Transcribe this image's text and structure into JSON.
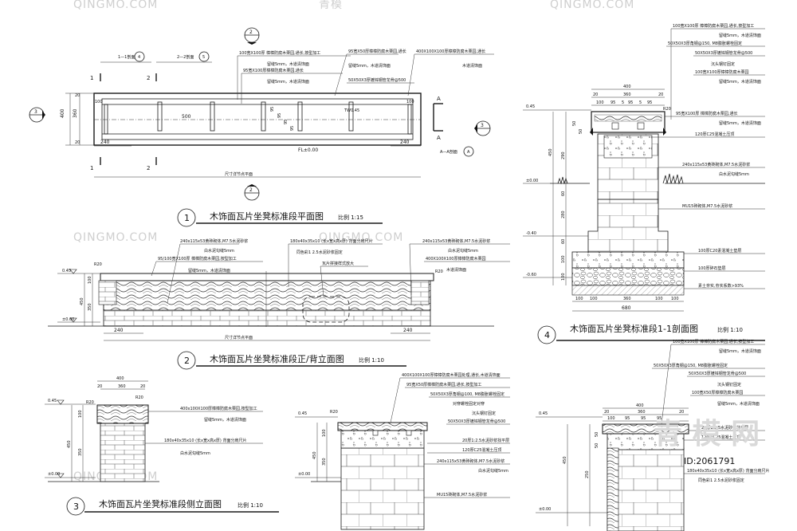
{
  "watermarks": [
    "QINGMO.COM",
    "青模",
    "QINGMO.COM",
    "QINGMO.COM",
    "QINGMO.COM",
    "QINGMO.COM"
  ],
  "big_watermark": "青 模 网",
  "serial": "ID:2061791",
  "drawing1": {
    "num": "1",
    "title": "木饰面瓦片坐凳标准段平面图",
    "scale": "比例  1:15",
    "sect_ref1": "1—1剖面",
    "sect_ref1_n": "4",
    "sect_ref2": "2—2剖面",
    "sect_ref2_n": "5",
    "mark_2_top": "2",
    "mark_3_left": "3",
    "mark_3_right": "3",
    "mark_2_bottom": "2",
    "sec_letter": "A",
    "sec_letter2": "A",
    "sec_aa": "A—A剖面",
    "fl": "FL±0.00",
    "tw": "TW0.45",
    "dims": [
      "100",
      "360",
      "400",
      "20",
      "20",
      "500",
      "240",
      "240",
      "100",
      "95",
      "95",
      "95",
      "95"
    ],
    "center_note": "尺寸详节点平面",
    "notes": [
      "100宽X100厚 樟樟防腐木栗园,通长,按型加工",
      "95宽X100厚樟樟防腐木栗园,通长",
      "留缝5mm，木道清饰面",
      "留缝5mm，木道清饰面",
      "95宽X50厚樟樟防腐木栗园,通长",
      "留缝5mm，木道清饰面",
      "50X50X3厚镀锌钢管龙骨@500",
      "400X100X100厚樟樟防腐木栗园,通长",
      "木道清饰面"
    ]
  },
  "drawing2": {
    "num": "2",
    "title": "木饰面瓦片坐凳标准段正/背立面图",
    "scale": "比例  1:10",
    "levels": [
      "0.45",
      "±0.00"
    ],
    "dims": [
      "100",
      "450",
      "350",
      "240",
      "240",
      "R20",
      "R20"
    ],
    "center_note": "尺寸详节点平面",
    "notes": [
      "240x115x53黄砖砌体,M7.5水泥砂浆",
      "白水泥勾缝5mm",
      "95/100宽X100厚 樟樟防腐木栗园,按型加工",
      "留缝5mm，木道清饰面",
      "180x40x35x10 (长x宽x高x厚) 背面分肩尺片",
      "同色彩1  2.5水泥砂浆固定",
      "瓦片拼接样式放大",
      "240x115x53黄砖砌体,M7.5水泥砂浆",
      "白水泥勾缝5mm",
      "400X100X100厚樟樟防腐木栗园",
      "木道清饰面"
    ]
  },
  "drawing3": {
    "num": "3",
    "title": "木饰面瓦片坐凳标准段侧立面图",
    "scale": "比例  1:10",
    "levels": [
      "0.45",
      "±0.00"
    ],
    "dims": [
      "400",
      "20",
      "360",
      "20",
      "R20",
      "R20",
      "100",
      "450",
      "350"
    ],
    "notes": [
      "400x100X100厚樟樟防腐木栗园,按型加工",
      "留缝5mm，木道清饰面",
      "180x40x35x10 (长x宽x高x厚) 背面分肩尺片",
      "白水泥勾缝5mm"
    ]
  },
  "drawing4": {
    "num": "4",
    "title": "木饰面瓦片坐凳标准段1-1剖面图",
    "scale": "比例  1:10",
    "levels": [
      "0.45",
      "±0.00",
      "-0.40",
      "-0.60"
    ],
    "top_dims": [
      "400",
      "20",
      "360",
      "20",
      "100",
      "95",
      "5",
      "95",
      "5",
      "95",
      "R20"
    ],
    "side_dims": [
      "50",
      "50",
      "450",
      "290",
      "60",
      "280",
      "60",
      "100",
      "100"
    ],
    "bottom_dims": [
      "100",
      "100",
      "360",
      "100",
      "100",
      "680"
    ],
    "notes": [
      "100宽X100厚 樟樟防腐木栗园,通长,按型加工",
      "留缝5mm，木道清饰面",
      "50X50X3厚角钢@150, M8膨胀螺栓固定",
      "50X50X3厚镀锌钢管龙骨@500",
      "沉头钢钉固定",
      "100宽X100厚樟樟防腐木栗园",
      "留缝5mm，木道清饰面",
      "95宽X100厚 樟樟防腐木栗园,通长",
      "留缝5mm，木道清饰面",
      "120厚C25混凝土压顶",
      "240x115x53黄砖砌体,M7.5水泥砂浆",
      "白水泥勾缝5mm",
      "MU15砖砌体,M7.5水泥砂浆",
      "100厚C20素混凝土垫层",
      "100厚碎石垫层",
      "素土夯实,夯实系数>93%"
    ]
  },
  "drawing5": {
    "levels": [
      "0.45",
      "±0.00"
    ],
    "dims": [
      "R20",
      "100",
      "450",
      "350"
    ],
    "notes": [
      "400X100X100厚樟樟防腐木栗园处理,通长,木道清饰面",
      "95宽X50厚樟樟防腐木栗园,通长,按型加工",
      "50X50X3厚角钢@100, M8膨胀螺栓固定",
      "对穿螺栓固定对穿",
      "沉头钢钉固定",
      "50X50X3厚镀锌钢管龙骨@500",
      "20厚1:2.5水泥砂浆找平层",
      "120厚C25混凝土压顶",
      "240x115x53黄砖砌体,M7.5水泥砂浆",
      "白水泥勾缝5mm",
      "MU15砖砌体,M7.5水泥砂浆"
    ]
  },
  "drawing6": {
    "levels": [
      "0.45",
      "±0.00"
    ],
    "dims": [
      "400",
      "20",
      "360",
      "20",
      "100",
      "95",
      "95",
      "95",
      "50",
      "50",
      "450",
      "250"
    ],
    "notes": [
      "100宽X100厚 樟樟防腐木栗园,通长,按型加工",
      "留缝5mm，木道清饰面",
      "50X50X3厚角钢@150, M8膨胀螺栓固定",
      "50X50X3厚镀锌钢管龙骨@500",
      "沉头钢钉固定",
      "100宽X50厚樟樟防腐木栗园",
      "留缝5mm，木道清饰面",
      "20厚1:2.5水泥砂浆找平层",
      "120厚C25混凝土压顶",
      "180x40x35x10 (长x宽x高x厚) 背面分肩尺片",
      "同色彩1  2.5水泥砂浆固定"
    ]
  }
}
